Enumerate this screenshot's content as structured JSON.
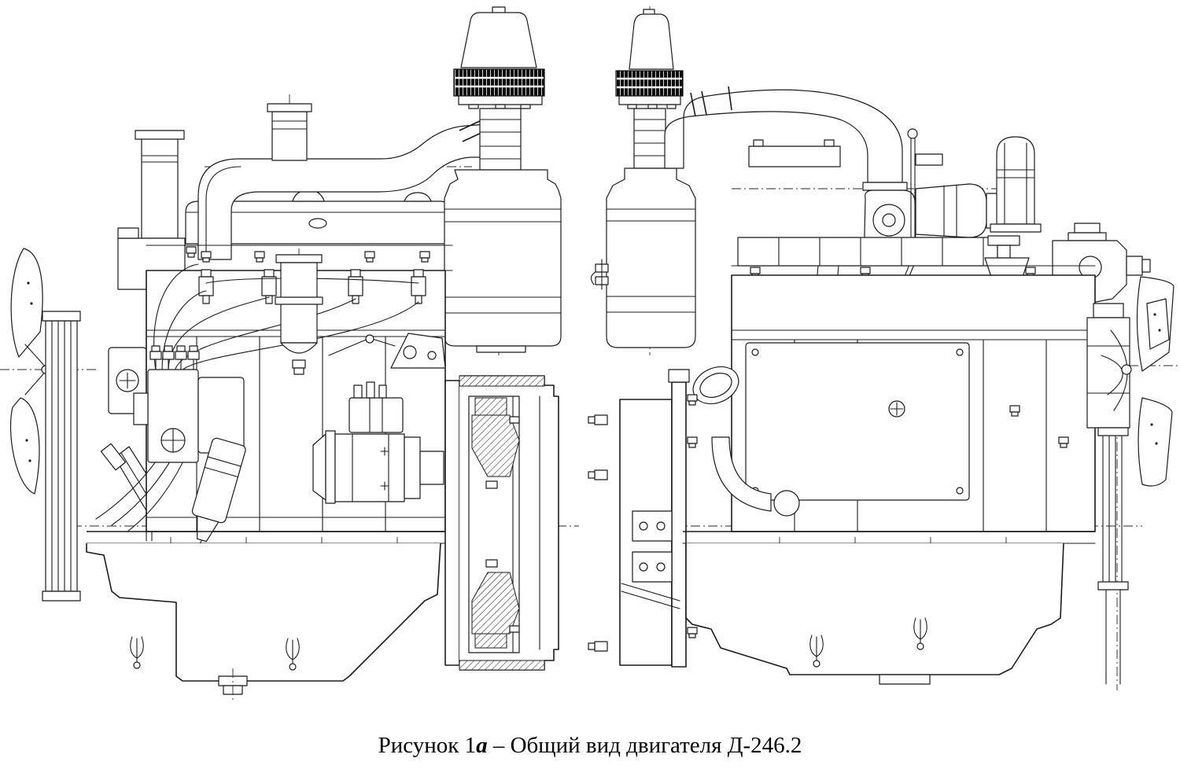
{
  "palette": {
    "ink": "#1b1b1b",
    "paper": "#ffffff"
  },
  "caption": {
    "prefix": "Рисунок 1",
    "letter": "а",
    "rest": " – Общий вид двигателя Д-246.2"
  }
}
